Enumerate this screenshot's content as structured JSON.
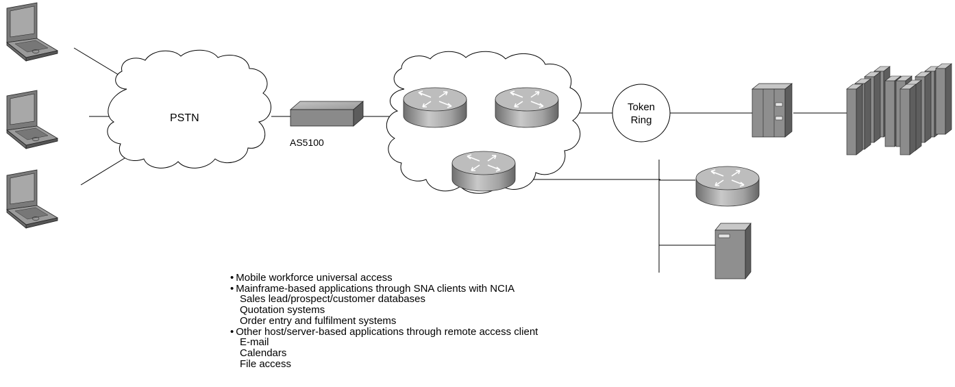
{
  "labels": {
    "pstn": "PSTN",
    "access_server": "AS5100",
    "token_ring": [
      "Token",
      "Ring"
    ]
  },
  "notes": [
    {
      "text": "Mobile workforce universal access",
      "subitems": []
    },
    {
      "text": "Mainframe-based applications through SNA clients with NCIA",
      "subitems": [
        "Sales lead/prospect/customer databases",
        "Quotation systems",
        "Order entry and fulfilment systems"
      ]
    },
    {
      "text": "Other host/server-based applications through remote access client",
      "subitems": [
        "E-mail",
        "Calendars",
        "File access"
      ]
    }
  ],
  "icons": {
    "laptop": "laptop-icon",
    "cloud": "cloud-icon",
    "access_server": "access-server-icon",
    "router": "router-icon",
    "token_ring": "token-ring-icon",
    "fep": "front-end-processor-icon",
    "mainframe": "mainframe-icon",
    "server": "server-icon"
  }
}
